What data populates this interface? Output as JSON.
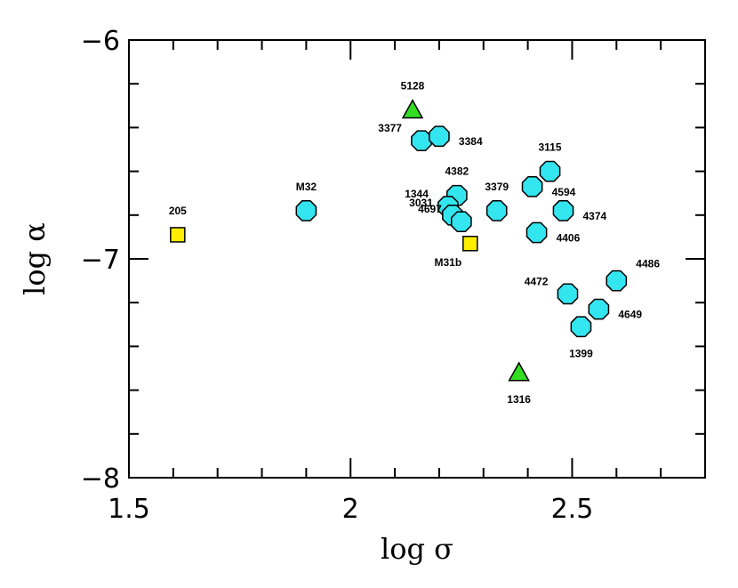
{
  "chart_data": {
    "type": "scatter",
    "title": "",
    "xlabel": "log σ",
    "ylabel": "log α",
    "xlim": [
      1.5,
      2.8
    ],
    "ylim": [
      -8,
      -6
    ],
    "xticks": [
      {
        "value": 1.5,
        "label": "1.5"
      },
      {
        "value": 2.0,
        "label": "2"
      },
      {
        "value": 2.5,
        "label": "2.5"
      }
    ],
    "yticks": [
      {
        "value": -6,
        "label": "−6"
      },
      {
        "value": -7,
        "label": "−7"
      },
      {
        "value": -8,
        "label": "−8"
      }
    ],
    "x_minor_step": 0.1,
    "y_minor_step": 0.2,
    "grid": false,
    "colors": {
      "circle": "#33e5ef",
      "square": "#ffee00",
      "triangle": "#33dd22",
      "stroke": "#000000"
    },
    "points": [
      {
        "label": "205",
        "x": 1.61,
        "y": -6.89,
        "marker": "square",
        "label_pos": "above"
      },
      {
        "label": "M32",
        "x": 1.9,
        "y": -6.78,
        "marker": "circle",
        "label_pos": "above"
      },
      {
        "label": "5128",
        "x": 2.14,
        "y": -6.32,
        "marker": "triangle",
        "label_pos": "above"
      },
      {
        "label": "3377",
        "x": 2.16,
        "y": -6.46,
        "marker": "circle",
        "label_pos": "left"
      },
      {
        "label": "3384",
        "x": 2.2,
        "y": -6.44,
        "marker": "circle",
        "label_pos": "right"
      },
      {
        "label": "4382",
        "x": 2.24,
        "y": -6.71,
        "marker": "circle",
        "label_pos": "above"
      },
      {
        "label": "1344",
        "x": 2.22,
        "y": -6.76,
        "marker": "circle",
        "label_pos": "left"
      },
      {
        "label": "3031",
        "x": 2.23,
        "y": -6.8,
        "marker": "circle",
        "label_pos": "left"
      },
      {
        "label": "4697",
        "x": 2.25,
        "y": -6.83,
        "marker": "circle",
        "label_pos": "left"
      },
      {
        "label": "M31b",
        "x": 2.27,
        "y": -6.93,
        "marker": "square",
        "label_pos": "below-left"
      },
      {
        "label": "3379",
        "x": 2.33,
        "y": -6.78,
        "marker": "circle",
        "label_pos": "above"
      },
      {
        "label": "3115",
        "x": 2.45,
        "y": -6.6,
        "marker": "circle",
        "label_pos": "above"
      },
      {
        "label": "4594",
        "x": 2.41,
        "y": -6.67,
        "marker": "circle",
        "label_pos": "right"
      },
      {
        "label": "4374",
        "x": 2.48,
        "y": -6.78,
        "marker": "circle",
        "label_pos": "right"
      },
      {
        "label": "4406",
        "x": 2.42,
        "y": -6.88,
        "marker": "circle",
        "label_pos": "right"
      },
      {
        "label": "4486",
        "x": 2.6,
        "y": -7.1,
        "marker": "circle",
        "label_pos": "above-right"
      },
      {
        "label": "4472",
        "x": 2.49,
        "y": -7.16,
        "marker": "circle",
        "label_pos": "left"
      },
      {
        "label": "4649",
        "x": 2.56,
        "y": -7.23,
        "marker": "circle",
        "label_pos": "right"
      },
      {
        "label": "1399",
        "x": 2.52,
        "y": -7.31,
        "marker": "circle",
        "label_pos": "below"
      },
      {
        "label": "1316",
        "x": 2.38,
        "y": -7.52,
        "marker": "triangle",
        "label_pos": "below"
      }
    ]
  }
}
